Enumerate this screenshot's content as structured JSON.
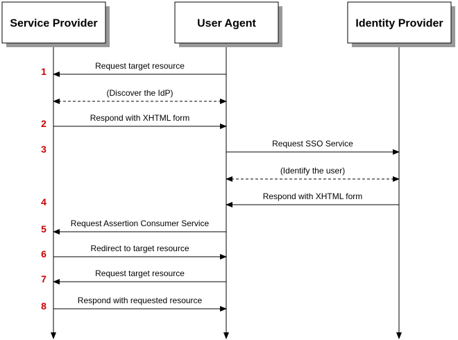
{
  "actors": [
    {
      "id": "sp",
      "label": "Service Provider"
    },
    {
      "id": "ua",
      "label": "User Agent"
    },
    {
      "id": "idp",
      "label": "Identity Provider"
    }
  ],
  "messages": [
    {
      "step": "1",
      "label": "Request target resource",
      "from": "ua",
      "to": "sp",
      "style": "solid"
    },
    {
      "step": "",
      "label": "(Discover the IdP)",
      "from": "ua",
      "to": "sp",
      "style": "dashed",
      "bidirectional": true
    },
    {
      "step": "2",
      "label": "Respond with XHTML form",
      "from": "sp",
      "to": "ua",
      "style": "solid"
    },
    {
      "step": "3",
      "label": "Request SSO Service",
      "from": "ua",
      "to": "idp",
      "style": "solid"
    },
    {
      "step": "",
      "label": "(Identify the user)",
      "from": "ua",
      "to": "idp",
      "style": "dashed",
      "bidirectional": true
    },
    {
      "step": "4",
      "label": "Respond with XHTML form",
      "from": "idp",
      "to": "ua",
      "style": "solid"
    },
    {
      "step": "5",
      "label": "Request Assertion Consumer Service",
      "from": "ua",
      "to": "sp",
      "style": "solid"
    },
    {
      "step": "6",
      "label": "Redirect to target resource",
      "from": "sp",
      "to": "ua",
      "style": "solid"
    },
    {
      "step": "7",
      "label": "Request target resource",
      "from": "ua",
      "to": "sp",
      "style": "solid"
    },
    {
      "step": "8",
      "label": "Respond with requested resource",
      "from": "sp",
      "to": "ua",
      "style": "solid"
    }
  ],
  "colors": {
    "step_number": "#cc0000",
    "line": "#000000",
    "box_shadow": "#999999",
    "box_fill": "#ffffff"
  }
}
